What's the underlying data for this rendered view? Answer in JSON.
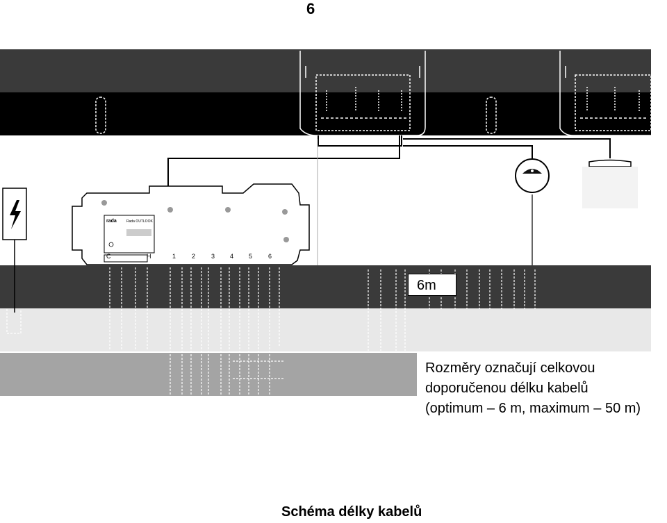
{
  "page": {
    "number": "6"
  },
  "diagram": {
    "dimension_label": "6m",
    "unit": {
      "brand": "rada",
      "product": "Rada OUTLOOK",
      "left_terminals": [
        "C",
        "H"
      ],
      "right_terminals": [
        "1",
        "2",
        "3",
        "4",
        "5",
        "6"
      ]
    },
    "colors": {
      "band_dark": "#3a3a3a",
      "band_black": "#000000",
      "band_light": "#e8e8e8",
      "band_mid": "#a4a4a4"
    }
  },
  "note": {
    "lines": [
      "Rozměry označují celkovou",
      "doporučenou délku kabelů",
      "(optimum – 6 m, maximum – 50 m)"
    ]
  },
  "caption": "Schéma délky kabelů"
}
